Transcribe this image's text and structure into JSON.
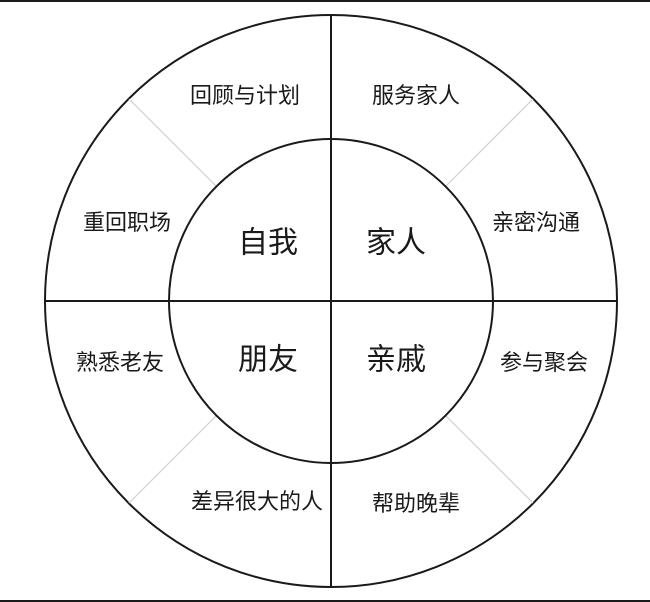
{
  "inner_quadrants": {
    "top_left": "自我",
    "top_right": "家人",
    "bottom_left": "朋友",
    "bottom_right": "亲戚"
  },
  "outer_segments": {
    "top_left_upper": "回顾与计划",
    "top_left_lower": "重回职场",
    "top_right_upper": "服务家人",
    "top_right_lower": "亲密沟通",
    "bottom_left_upper": "熟悉老友",
    "bottom_left_lower": "差异很大的人",
    "bottom_right_upper": "参与聚会",
    "bottom_right_lower": "帮助晚辈"
  },
  "colors": {
    "line": "#1a1a1a",
    "divider": "#cfcfcf",
    "text": "#1a1a1a",
    "background": "#ffffff"
  }
}
